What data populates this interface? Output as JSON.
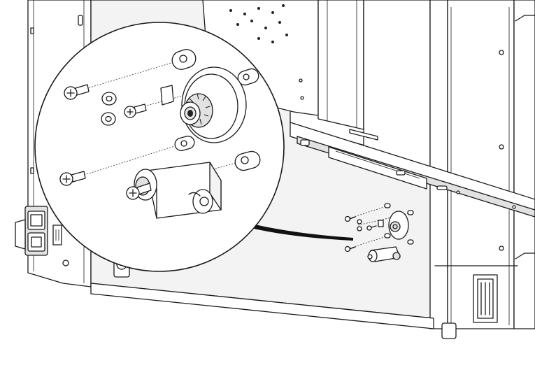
{
  "figure": {
    "description_visible_text": "",
    "colors": {
      "line": "#1a1a1a",
      "fill": "#ffffff",
      "shade": "#e2e2e2",
      "dark": "#111111"
    },
    "parts": {
      "detail_callout": "magnified-detail-circle",
      "screws": [
        "screw-upper",
        "screw-middle",
        "screw-lower",
        "screw-motor"
      ],
      "washers": [
        "washer-upper",
        "washer-lower"
      ],
      "pulley": "timing-pulley",
      "motor": "drive-motor",
      "rail": "drawer-slide-rail"
    }
  }
}
